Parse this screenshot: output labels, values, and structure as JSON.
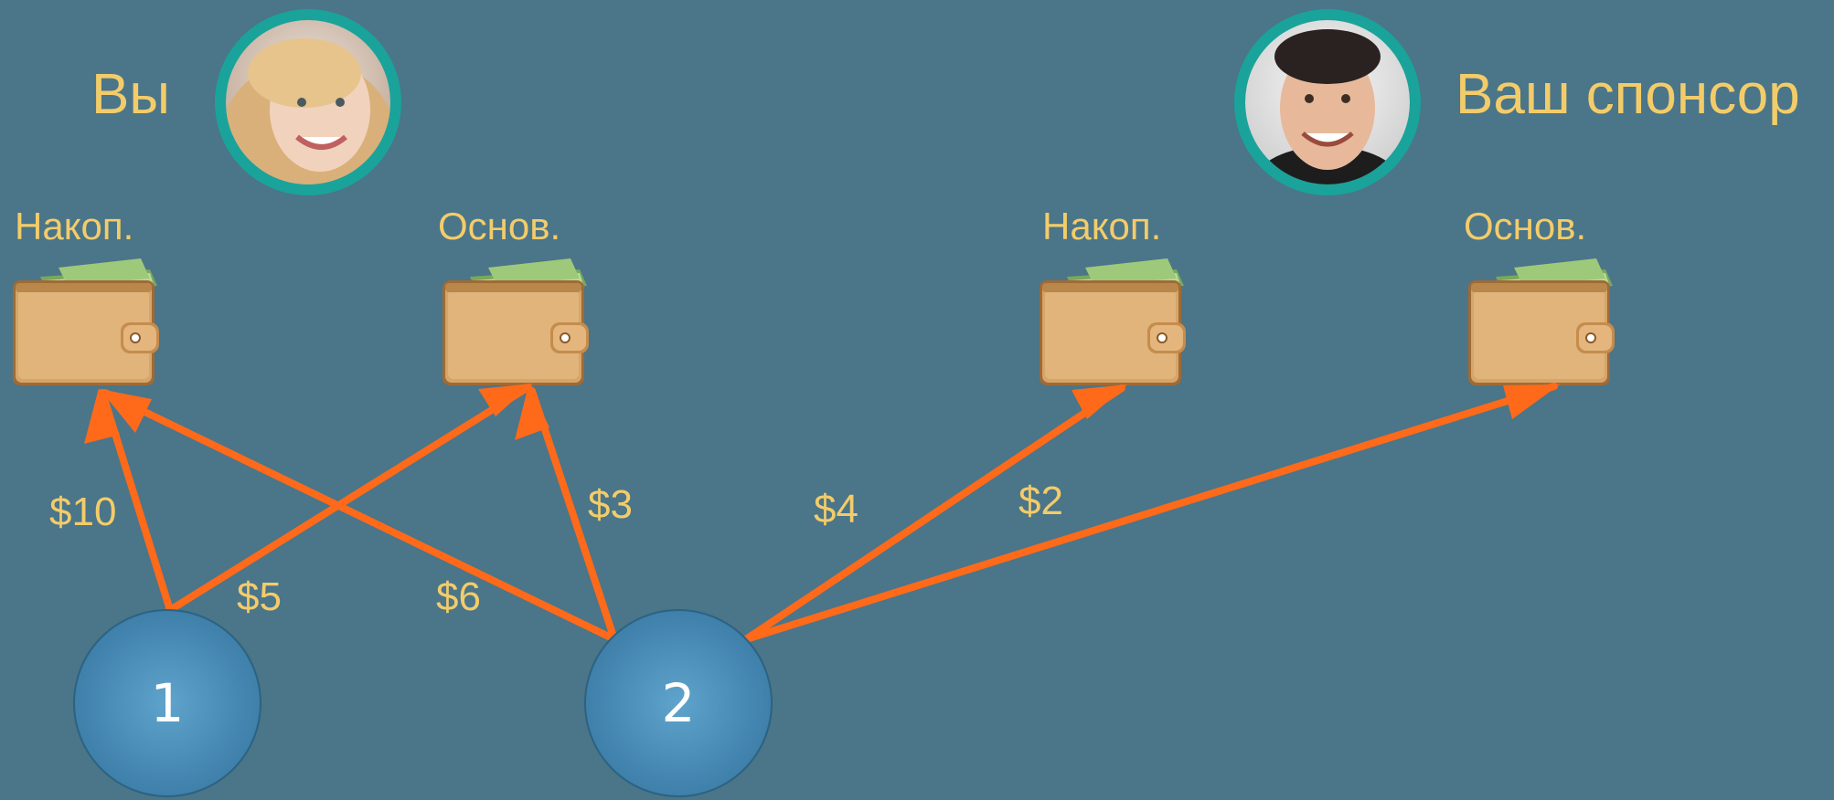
{
  "people": {
    "you": {
      "label": "Вы",
      "accent": "#1aa39a"
    },
    "sponsor": {
      "label": "Ваш спонсор",
      "accent": "#1aa39a"
    }
  },
  "wallets": [
    {
      "id": "you-accum",
      "owner": "you",
      "label": "Накоп."
    },
    {
      "id": "you-main",
      "owner": "you",
      "label": "Основ."
    },
    {
      "id": "sponsor-accum",
      "owner": "sponsor",
      "label": "Накоп."
    },
    {
      "id": "sponsor-main",
      "owner": "sponsor",
      "label": "Основ."
    }
  ],
  "nodes": [
    {
      "id": "node-1",
      "label": "1"
    },
    {
      "id": "node-2",
      "label": "2"
    }
  ],
  "transfers": [
    {
      "from": "node-1",
      "to": "you-accum",
      "amount": "$10"
    },
    {
      "from": "node-1",
      "to": "you-main",
      "amount": "$5"
    },
    {
      "from": "node-2",
      "to": "you-accum",
      "amount": "$6"
    },
    {
      "from": "node-2",
      "to": "you-main",
      "amount": "$3"
    },
    {
      "from": "node-2",
      "to": "sponsor-accum",
      "amount": "$4"
    },
    {
      "from": "node-2",
      "to": "sponsor-main",
      "amount": "$2"
    }
  ],
  "colors": {
    "background": "#4b7588",
    "label": "#f3cc6a",
    "arrow": "#ff6a1a",
    "node": "#4b93bf",
    "avatar_ring": "#1aa39a"
  }
}
